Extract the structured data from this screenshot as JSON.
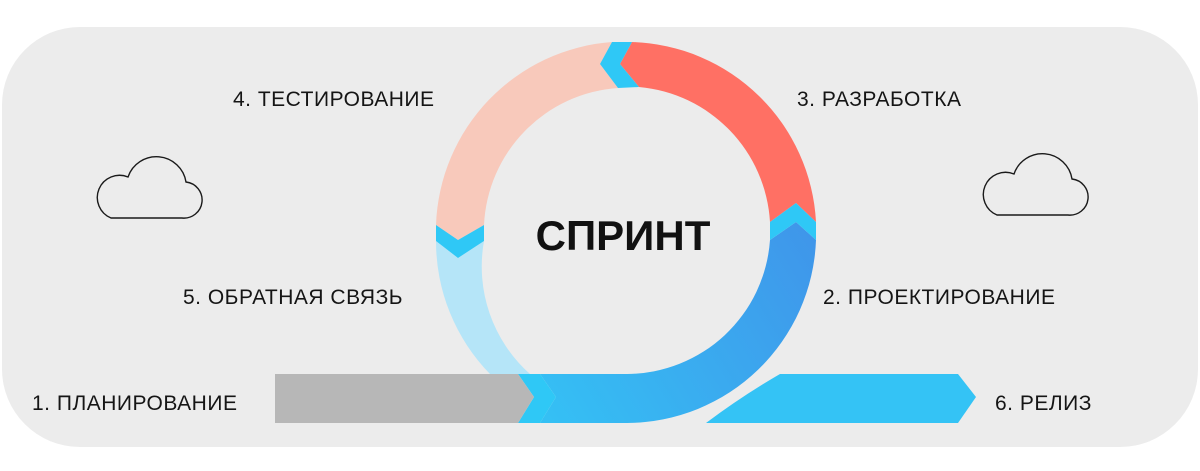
{
  "diagram": {
    "center_label": "СПРИНТ",
    "stages": {
      "planning": "1. ПЛАНИРОВАНИЕ",
      "design": "2. ПРОЕКТИРОВАНИЕ",
      "development": "3. РАЗРАБОТКА",
      "testing": "4. ТЕСТИРОВАНИЕ",
      "feedback": "5. ОБРАТНАЯ СВЯЗЬ",
      "release": "6. РЕЛИЗ"
    },
    "icons": [
      "cloud-icon",
      "cloud-icon"
    ],
    "colors": {
      "background": "#ececec",
      "planning": "#b7b7b7",
      "design_light": "#34c3f5",
      "design_dark": "#3f96ea",
      "development": "#ff7064",
      "testing": "#f8c9bb",
      "feedback": "#b5e5f8",
      "connector": "#2fc8f6",
      "release": "#34c3f5"
    }
  }
}
